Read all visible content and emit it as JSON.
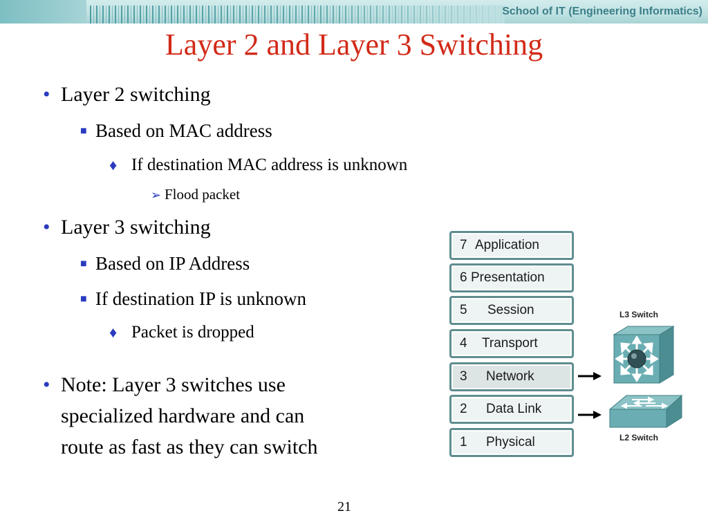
{
  "header": {
    "school": "School of IT (Engineering Informatics)"
  },
  "slide": {
    "title": "Layer 2 and Layer 3 Switching",
    "page_number": "21"
  },
  "bullets": {
    "l2_switching": "Layer 2 switching",
    "l2_based_on": "Based on MAC address",
    "l2_unknown": "If destination MAC address is unknown",
    "l2_flood": "Flood packet",
    "l3_switching": "Layer 3 switching",
    "l3_based_on": "Based on IP Address",
    "l3_unknown": "If destination IP is unknown",
    "l3_dropped": "Packet is dropped",
    "note_line1": "Note: Layer 3 switches use",
    "note_line2": "specialized hardware and can",
    "note_line3": "route as fast as they can switch"
  },
  "markers": {
    "level1": "•",
    "level2": "■",
    "level3": "♦",
    "level4": "➢"
  },
  "osi_layers": [
    {
      "num": "7",
      "name": "Application"
    },
    {
      "num": "6",
      "name": "Presentation"
    },
    {
      "num": "5",
      "name": "Session"
    },
    {
      "num": "4",
      "name": "Transport"
    },
    {
      "num": "3",
      "name": "Network"
    },
    {
      "num": "2",
      "name": "Data Link"
    },
    {
      "num": "1",
      "name": "Physical"
    }
  ],
  "devices": {
    "l3_label": "L3 Switch",
    "l2_label": "L2 Switch"
  },
  "colors": {
    "title": "#d22a18",
    "bullet": "#2a3bbf",
    "header": "#bfe1e2",
    "switch": "#5a9ea3"
  }
}
